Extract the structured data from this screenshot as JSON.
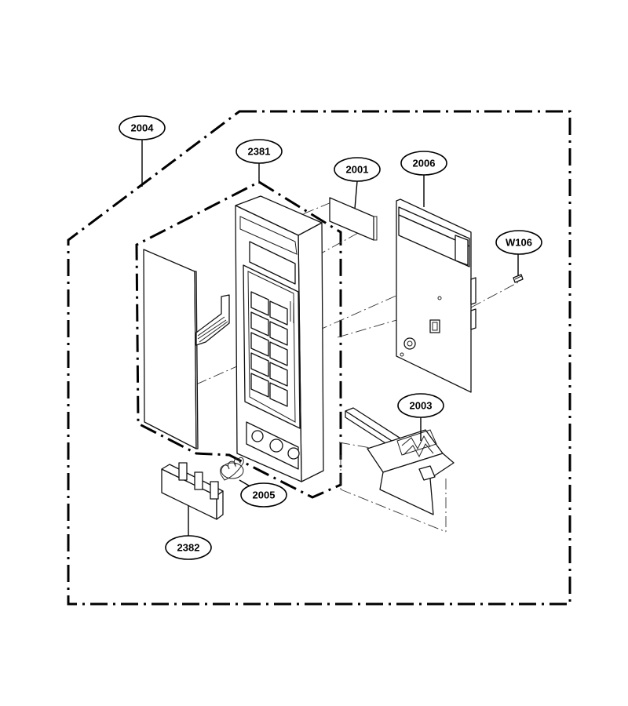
{
  "callouts": {
    "assembly": "2004",
    "frame": "2381",
    "window": "2001",
    "pcb": "2006",
    "screw": "W106",
    "latch_lever": "2003",
    "spring": "2005",
    "button": "2382"
  }
}
